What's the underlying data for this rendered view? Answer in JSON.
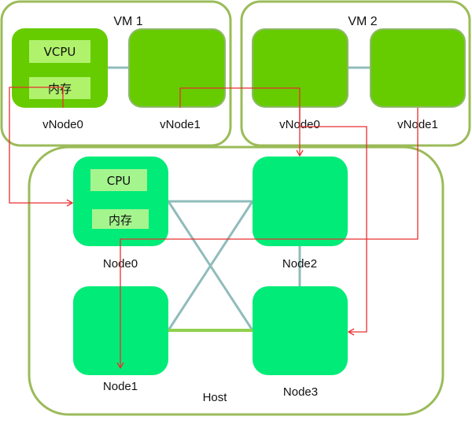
{
  "colors": {
    "container_border": "#9bbb59",
    "vnode_fill": "#66cc00",
    "vnode_border": "#8fb86b",
    "vnode_inner_fill": "#b0f26c",
    "node_fill": "#00eb78",
    "node_inner_fill": "#a4f58e",
    "numa_link": "#8fbcbb",
    "host_link_green": "#92d050",
    "mapping_arrow": "#e83030"
  },
  "vms": [
    {
      "title": "VM 1",
      "vnodes": [
        {
          "label": "vNode0",
          "parts": [
            "VCPU",
            "内存"
          ]
        },
        {
          "label": "vNode1",
          "parts": []
        }
      ]
    },
    {
      "title": "VM 2",
      "vnodes": [
        {
          "label": "vNode0",
          "parts": []
        },
        {
          "label": "vNode1",
          "parts": []
        }
      ]
    }
  ],
  "host": {
    "label": "Host",
    "nodes": [
      {
        "label": "Node0",
        "parts": [
          "CPU",
          "内存"
        ]
      },
      {
        "label": "Node1",
        "parts": []
      },
      {
        "label": "Node2",
        "parts": []
      },
      {
        "label": "Node3",
        "parts": []
      }
    ],
    "links": [
      {
        "from": "Node0",
        "to": "Node2",
        "style": "teal"
      },
      {
        "from": "Node0",
        "to": "Node3",
        "style": "teal"
      },
      {
        "from": "Node2",
        "to": "Node1",
        "style": "teal"
      },
      {
        "from": "Node2",
        "to": "Node3",
        "style": "teal"
      },
      {
        "from": "Node1",
        "to": "Node3",
        "style": "green"
      }
    ]
  },
  "mappings": [
    {
      "from": "VM 1 / vNode0",
      "to": "Node0"
    },
    {
      "from": "VM 1 / vNode1",
      "to": "Node2"
    },
    {
      "from": "VM 2 / vNode0",
      "to": "Node3"
    },
    {
      "from": "VM 2 / vNode1",
      "to": "Node1"
    }
  ]
}
